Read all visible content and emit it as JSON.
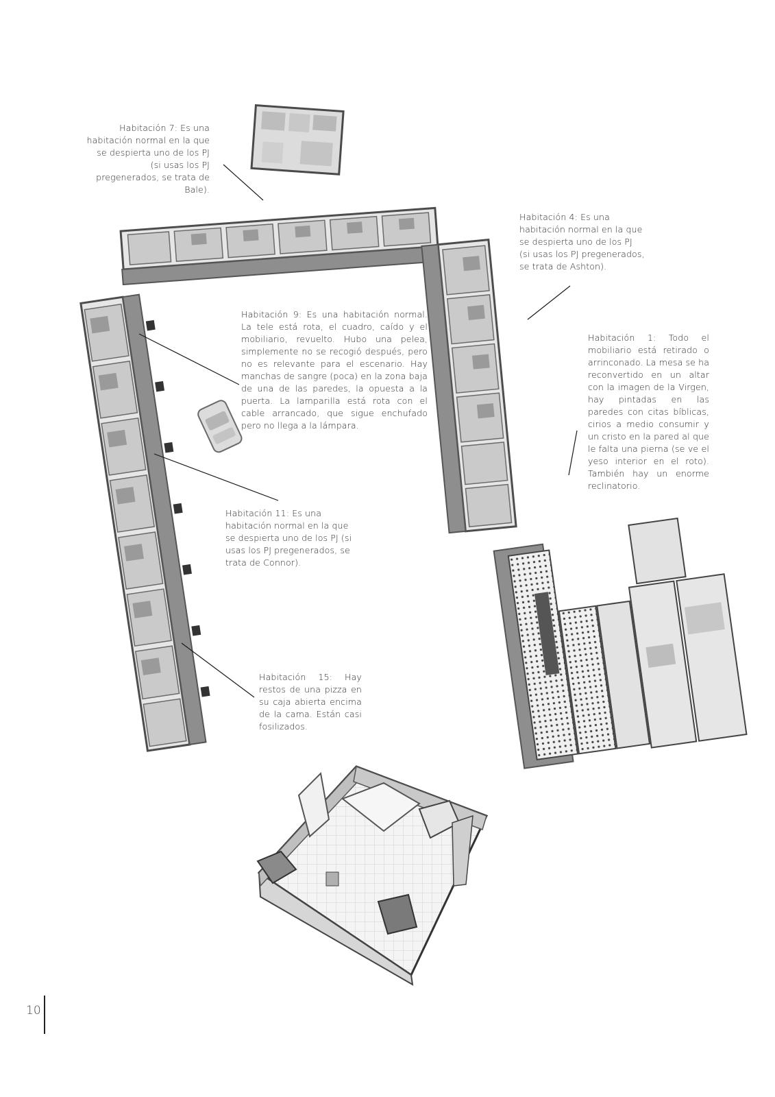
{
  "notes": {
    "room7": "Habitación 7: Es una habitación normal en la que se despierta uno de los PJ (si usas los PJ pregenerados, se trata de Bale).",
    "room4": "Habitación 4: Es una habitación normal en la que se despierta uno de los PJ (si usas los PJ pregenerados, se trata de Ashton).",
    "room9": "Habitación 9: Es una habitación normal. La tele está rota, el cuadro, caído y el mobiliario, revuelto. Hubo una pelea, simplemente no se recogió después, pero no es relevante para el escenario. Hay manchas de sangre (poca) en la zona baja de una de las paredes, la opuesta a la puerta. La lamparilla está rota con el cable arrancado, que sigue enchufado pero no llega a la lámpara.",
    "room1": "Habitación 1: Todo el mobiliario está retirado o arrinconado. La mesa se ha reconvertido en un altar con la imagen de la Virgen, hay pintadas en las paredes con citas bíblicas, cirios a medio consumir y un cristo en la pared al que le falta una pierna (se ve el yeso interior en el roto). También hay un enorme reclinatorio.",
    "room11": "Habitación 11: Es una habitación normal en la que se despierta uno de los PJ (si usas los PJ pregenerados, se trata de Connor).",
    "room15": "Habitación 15: Hay restos de una pizza en su caja abierta encima de la cama. Están casi fosilizados."
  },
  "page_number": "10",
  "colors": {
    "text": "#2a2a2a",
    "walkway": "#8e8e8e",
    "room_floor": "#e8e8e8",
    "wall": "#5a5a5a",
    "leader": "#1a1a1a"
  }
}
